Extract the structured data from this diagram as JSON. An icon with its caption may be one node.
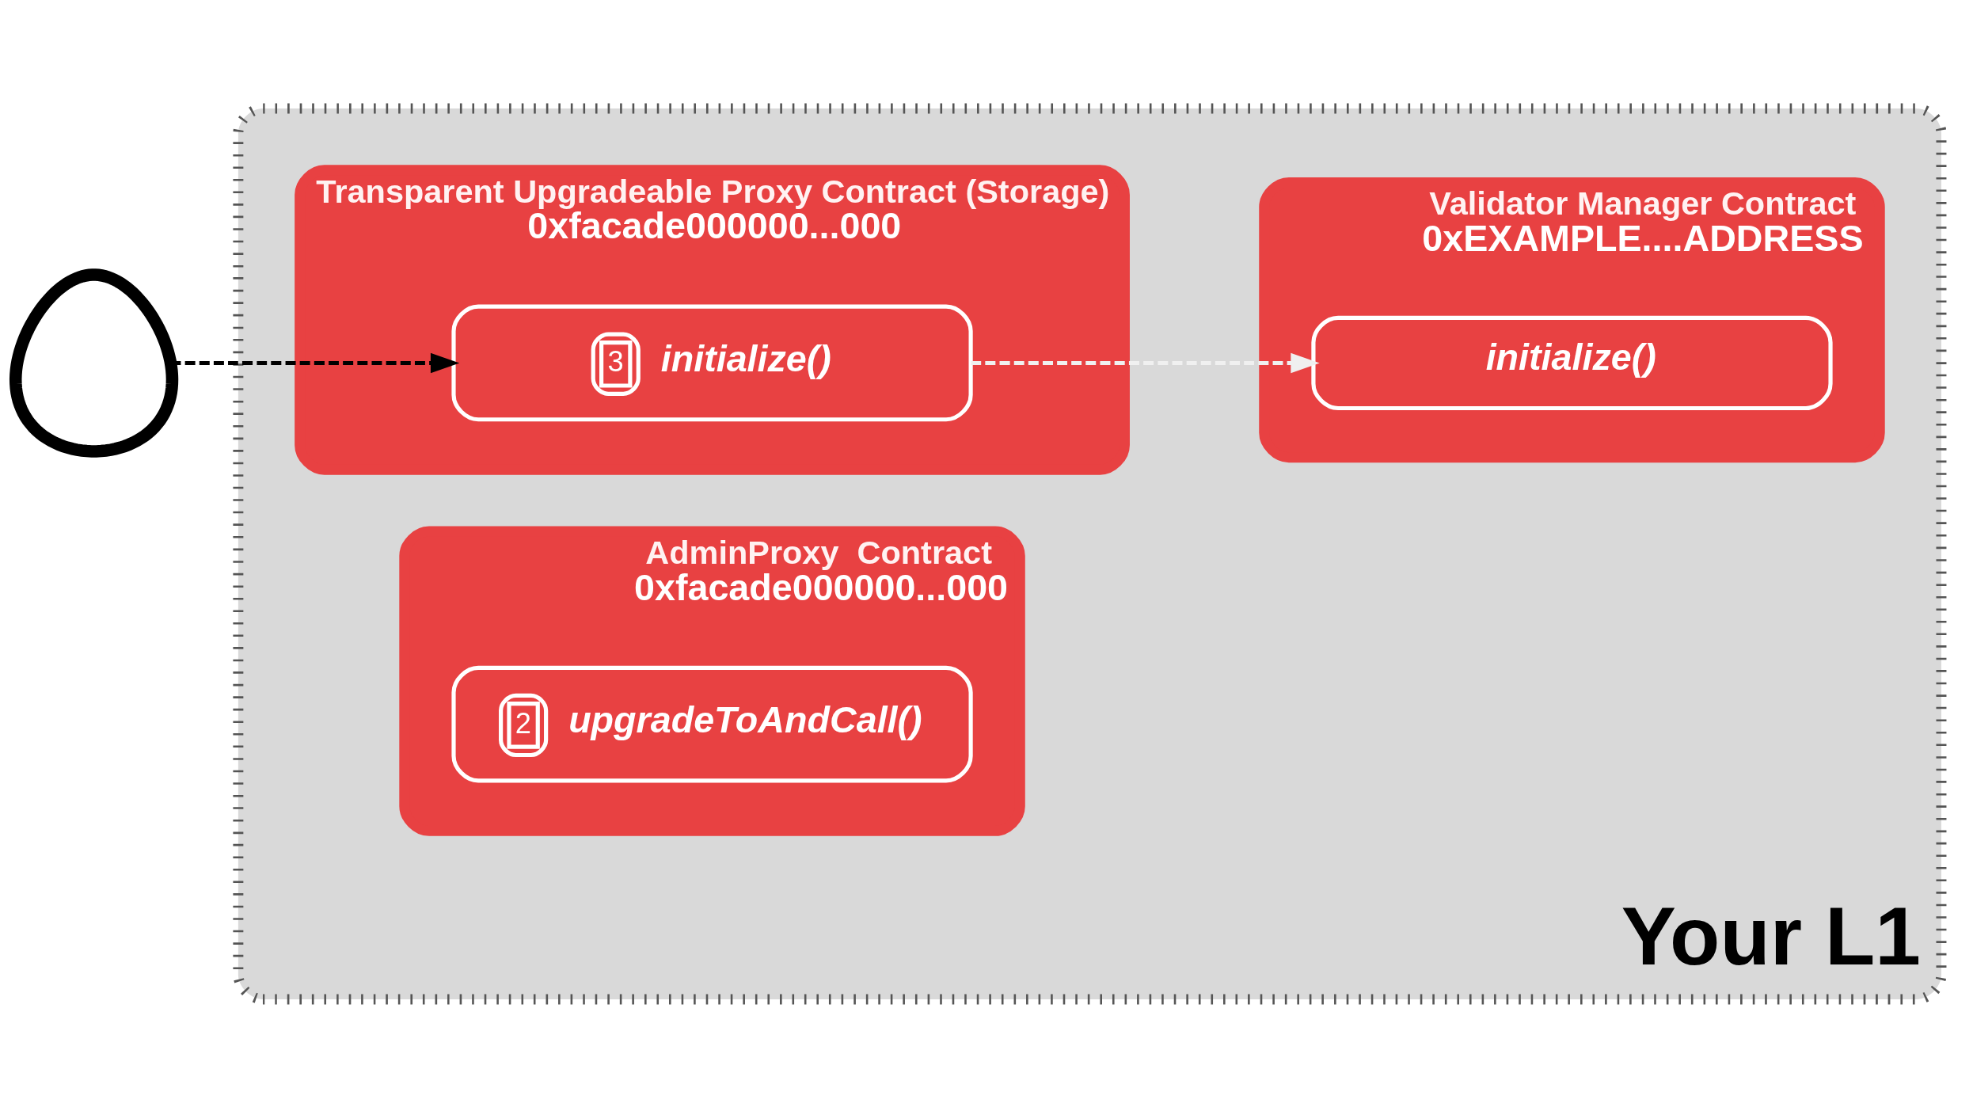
{
  "diagram": {
    "nodes": [
      {
        "text": [
          "Your L1"
        ]
      },
      {
        "text": [],
        "shape": "person"
      },
      {
        "text": [
          "Transparent Upgradeable Proxy Contract (Storage)",
          "0xfacade000000...000"
        ],
        "in": 0
      },
      {
        "text": [
          "3",
          "initialize()"
        ],
        "in": 2
      },
      {
        "text": [
          "Validator Manager Contract",
          "0xEXAMPLE....ADDRESS"
        ],
        "in": 0
      },
      {
        "text": [
          "initialize()"
        ],
        "in": 4
      },
      {
        "text": [
          "AdminProxy  Contract",
          "0xfacade000000...000"
        ],
        "in": 0
      },
      {
        "text": [
          "2",
          "upgradeToAndCall()"
        ],
        "in": 6
      }
    ],
    "edges": [
      {
        "from": 1,
        "to": 3,
        "arrow": "to",
        "style": "dashed"
      },
      {
        "from": 3,
        "to": 5,
        "arrow": "to",
        "style": "dashed",
        "color": "#f0f0f0"
      }
    ]
  }
}
